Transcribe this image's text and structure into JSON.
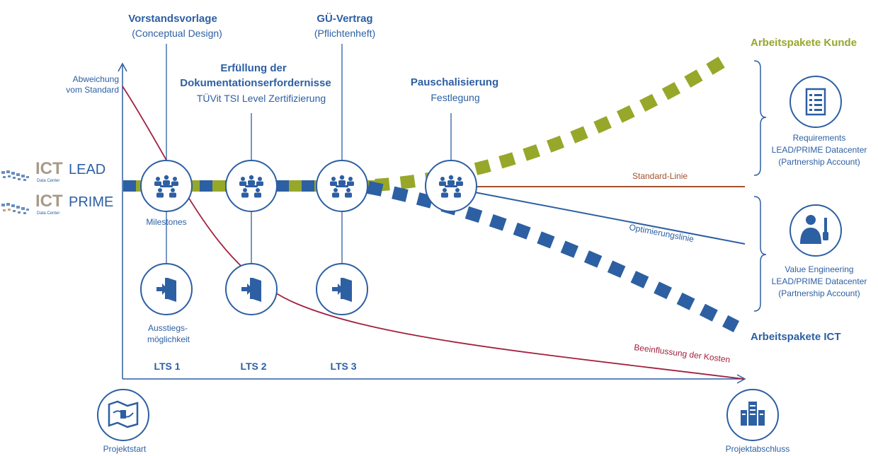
{
  "logos": {
    "lead": {
      "brand": "ICT",
      "name": "LEAD",
      "sub": "Data Center"
    },
    "prime": {
      "brand": "ICT",
      "name": "PRIME",
      "sub": "Data Center"
    }
  },
  "axis": {
    "y_label_line1": "Abweichung",
    "y_label_line2": "vom Standard"
  },
  "headers": {
    "vorstandsvorlage": {
      "title": "Vorstandsvorlage",
      "sub": "(Conceptual Design)"
    },
    "erfuellung": {
      "title_line1": "Erfüllung der",
      "title_line2": "Dokumentationserfordernisse",
      "sub": "TÜVit TSI Level Zertifizierung"
    },
    "gu_vertrag": {
      "title": "GÜ-Vertrag",
      "sub": "(Pflichtenheft)"
    },
    "pauschalisierung": {
      "title": "Pauschalisierung",
      "sub": "Festlegung"
    }
  },
  "labels": {
    "milestones": "Milestones",
    "ausstieg_line1": "Ausstiegs-",
    "ausstieg_line2": "möglichkeit",
    "standard_linie": "Standard-Linie",
    "optimierungslinie": "Optimierungslinie",
    "beeinflussung": "Beeinflussung der Kosten",
    "arbeitspakete_kunde": "Arbeitspakete Kunde",
    "arbeitspakete_ict": "Arbeitspakete ICT"
  },
  "lts": [
    "LTS 1",
    "LTS 2",
    "LTS 3"
  ],
  "side": {
    "requirements": {
      "line1": "Requirements",
      "line2": "LEAD/PRIME Datacenter",
      "line3": "(Partnership Account)"
    },
    "value_engineering": {
      "line1": "Value Engineering",
      "line2": "LEAD/PRIME Datacenter",
      "line3": "(Partnership Account)"
    }
  },
  "bottom": {
    "projektstart": "Projektstart",
    "projektabschluss": "Projektabschluss"
  },
  "colors": {
    "blue": "#2d5fa3",
    "green": "#97a72a",
    "red": "#a3213f",
    "brown": "#a0522d"
  }
}
